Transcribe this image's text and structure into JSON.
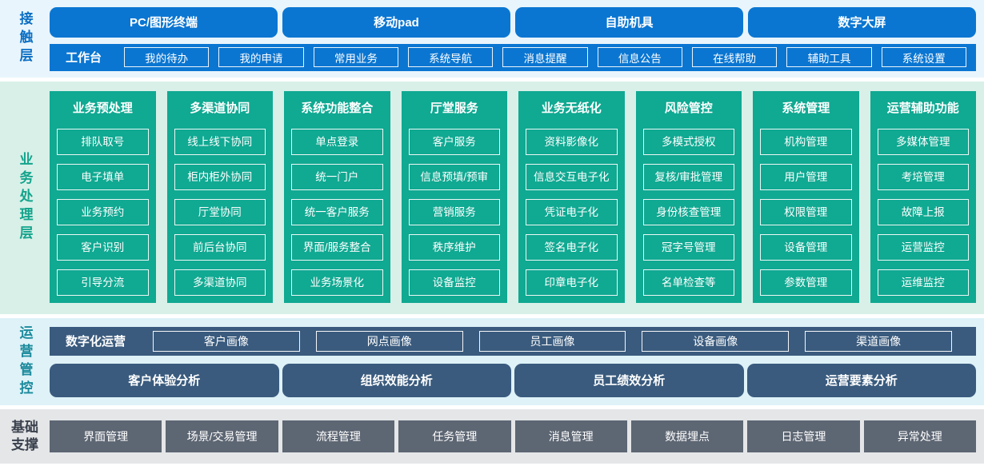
{
  "colors": {
    "blue": "#0a76d2",
    "blue-label": "#0b6fc4",
    "bg-blue": "#e9f5fc",
    "green": "#10a992",
    "green-label": "#13a38c",
    "bg-green": "#d8f0e8",
    "teal-label": "#1b8a9c",
    "slate": "#3a5b7e",
    "bg-cyan": "#def2f8",
    "gray": "#5d6673",
    "gray-label": "#3a414d",
    "bg-gray": "#e4e6e8"
  },
  "layers": {
    "contact": {
      "label": "接触层",
      "devices": [
        "PC/图形终端",
        "移动pad",
        "自助机具",
        "数字大屏"
      ],
      "workbench": {
        "label": "工作台",
        "items": [
          "我的待办",
          "我的申请",
          "常用业务",
          "系统导航",
          "消息提醒",
          "信息公告",
          "在线帮助",
          "辅助工具",
          "系统设置"
        ]
      }
    },
    "business": {
      "label": "业务处理层",
      "columns": [
        {
          "title": "业务预处理",
          "items": [
            "排队取号",
            "电子填单",
            "业务预约",
            "客户识别",
            "引导分流"
          ]
        },
        {
          "title": "多渠道协同",
          "items": [
            "线上线下协同",
            "柜内柜外协同",
            "厅堂协同",
            "前后台协同",
            "多渠道协同"
          ]
        },
        {
          "title": "系统功能整合",
          "items": [
            "单点登录",
            "统一门户",
            "统一客户服务",
            "界面/服务整合",
            "业务场景化"
          ]
        },
        {
          "title": "厅堂服务",
          "items": [
            "客户服务",
            "信息预填/预审",
            "营销服务",
            "秩序维护",
            "设备监控"
          ]
        },
        {
          "title": "业务无纸化",
          "items": [
            "资料影像化",
            "信息交互电子化",
            "凭证电子化",
            "签名电子化",
            "印章电子化"
          ]
        },
        {
          "title": "风险管控",
          "items": [
            "多模式授权",
            "复核/审批管理",
            "身份核查管理",
            "冠字号管理",
            "名单检查等"
          ]
        },
        {
          "title": "系统管理",
          "items": [
            "机构管理",
            "用户管理",
            "权限管理",
            "设备管理",
            "参数管理"
          ]
        },
        {
          "title": "运营辅助功能",
          "items": [
            "多媒体管理",
            "考培管理",
            "故障上报",
            "运营监控",
            "运维监控"
          ]
        }
      ]
    },
    "operation": {
      "label": "运营管控",
      "digital": {
        "label": "数字化运营",
        "items": [
          "客户画像",
          "网点画像",
          "员工画像",
          "设备画像",
          "渠道画像"
        ]
      },
      "analysis": [
        "客户体验分析",
        "组织效能分析",
        "员工绩效分析",
        "运营要素分析"
      ]
    },
    "foundation": {
      "label": "基础支撑",
      "items": [
        "界面管理",
        "场景/交易管理",
        "流程管理",
        "任务管理",
        "消息管理",
        "数据埋点",
        "日志管理",
        "异常处理"
      ]
    }
  }
}
